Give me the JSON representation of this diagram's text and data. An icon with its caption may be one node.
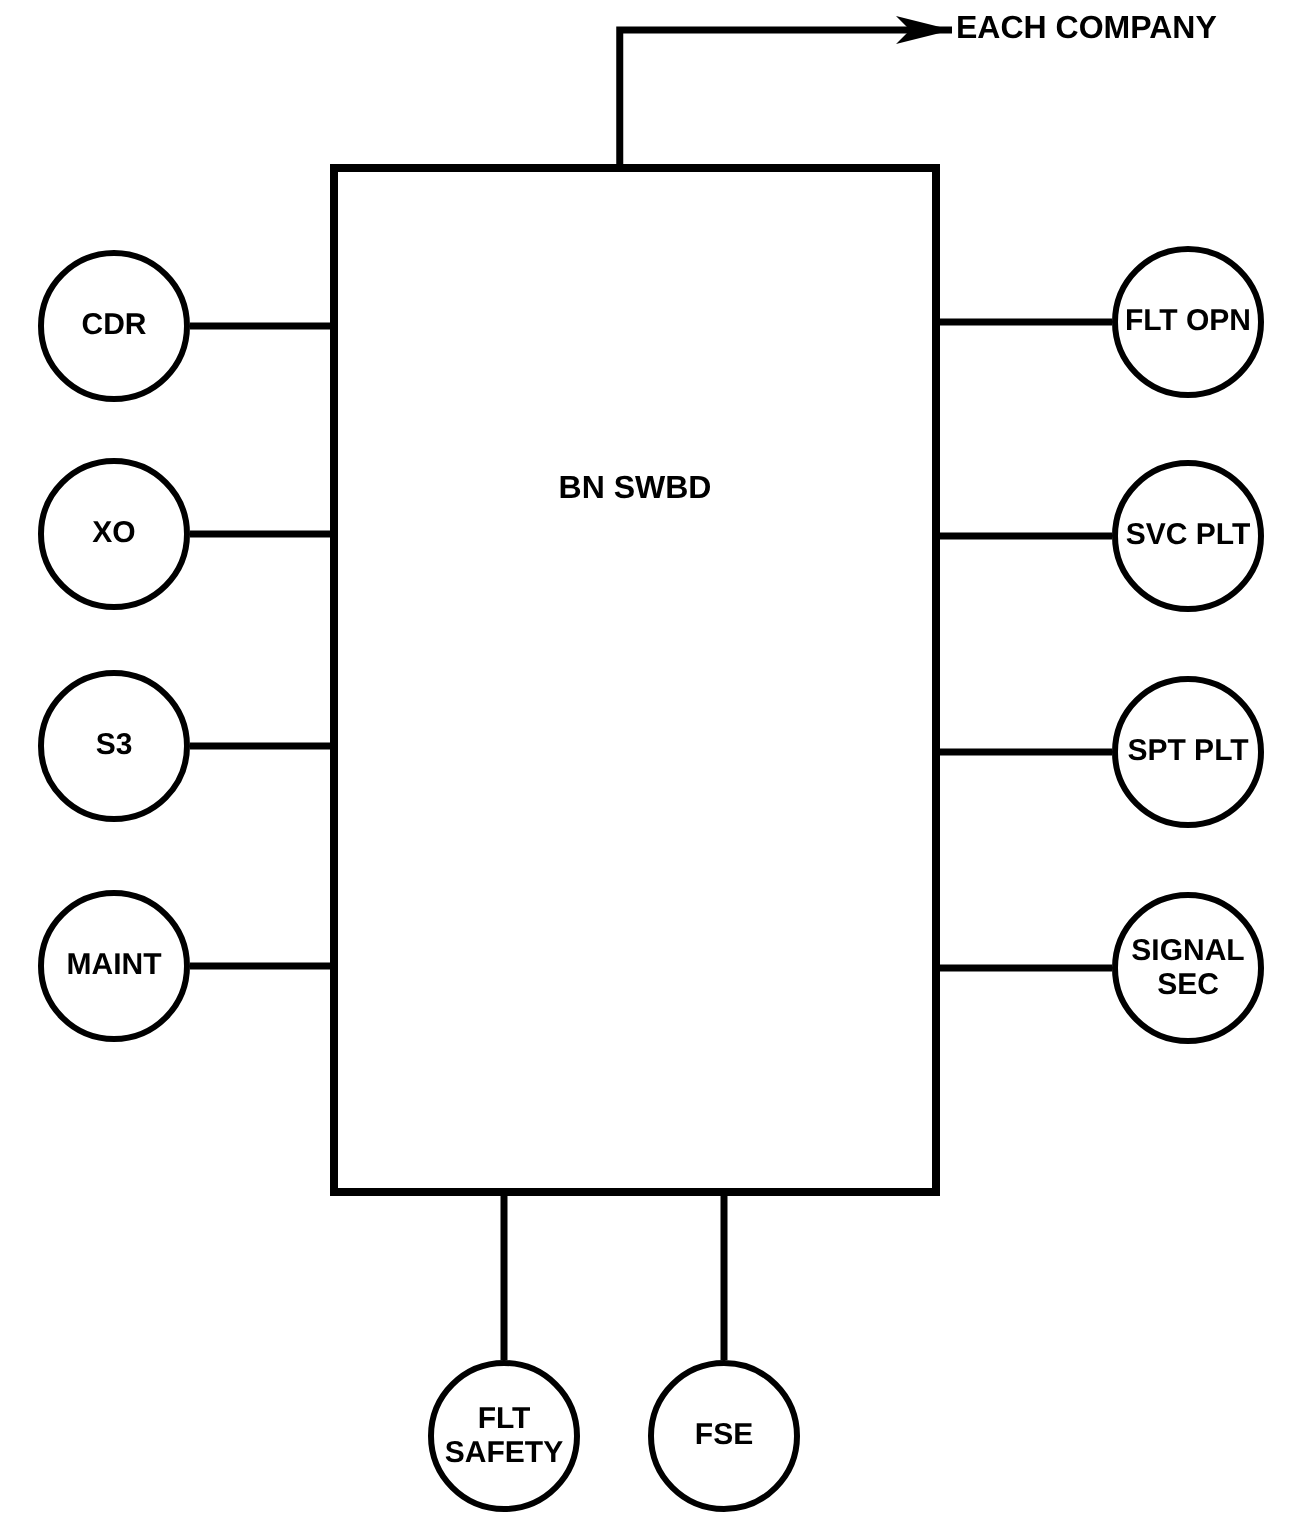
{
  "diagram": {
    "nodes": [
      {
        "text": [
          "BN SWBD"
        ]
      },
      {
        "text": [
          "CDR"
        ]
      },
      {
        "text": [
          "XO"
        ]
      },
      {
        "text": [
          "S3"
        ]
      },
      {
        "text": [
          "MAINT"
        ]
      },
      {
        "text": [
          "FLT OPN"
        ]
      },
      {
        "text": [
          "SVC PLT"
        ]
      },
      {
        "text": [
          "SPT PLT"
        ]
      },
      {
        "text": [
          "SIGNAL SEC"
        ]
      },
      {
        "text": [
          "FLT SAFETY"
        ]
      },
      {
        "text": [
          "FSE"
        ]
      },
      {
        "text": [
          "EACH COMPANY"
        ]
      }
    ],
    "edges": [
      {
        "from": 0,
        "to": 1,
        "arrow": "none"
      },
      {
        "from": 0,
        "to": 2,
        "arrow": "none"
      },
      {
        "from": 0,
        "to": 3,
        "arrow": "none"
      },
      {
        "from": 0,
        "to": 4,
        "arrow": "none"
      },
      {
        "from": 0,
        "to": 5,
        "arrow": "none"
      },
      {
        "from": 0,
        "to": 6,
        "arrow": "none"
      },
      {
        "from": 0,
        "to": 7,
        "arrow": "none"
      },
      {
        "from": 0,
        "to": 8,
        "arrow": "none"
      },
      {
        "from": 0,
        "to": 9,
        "arrow": "none"
      },
      {
        "from": 0,
        "to": 10,
        "arrow": "none"
      },
      {
        "from": 0,
        "to": 11,
        "arrow": "to"
      }
    ]
  }
}
